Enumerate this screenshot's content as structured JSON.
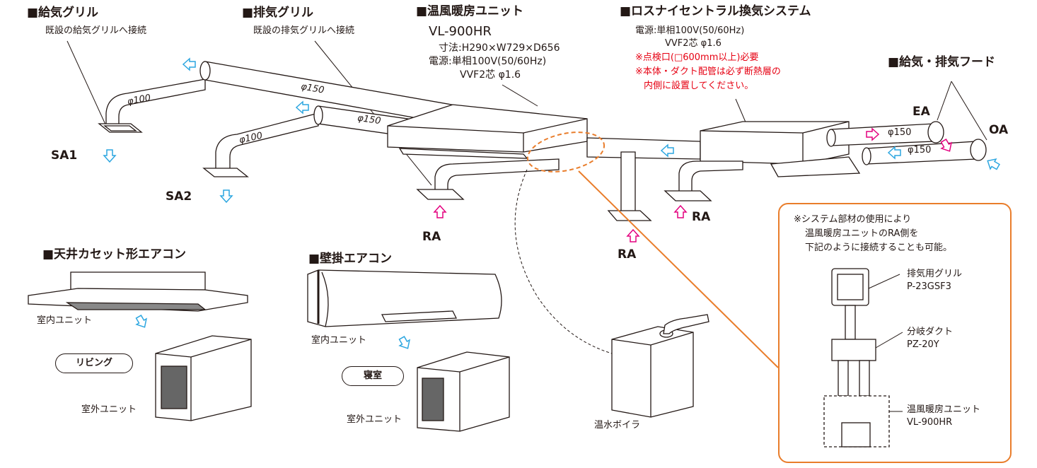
{
  "supply_grille": {
    "title": "■給気グリル",
    "note": "既設の給気グリルへ接続"
  },
  "exhaust_grille": {
    "title": "■排気グリル",
    "note": "既設の排気グリルへ接続"
  },
  "heater_unit": {
    "title": "■温風暖房ユニット",
    "model": "VL-900HR",
    "size": "寸法:H290×W729×D656",
    "power": "電源:単相100V(50/60Hz)",
    "cable": "VVF2芯 φ1.6"
  },
  "lossnay": {
    "title": "■ロスナイセントラル換気システム",
    "power": "電源:単相100V(50/60Hz)",
    "cable": "VVF2芯 φ1.6",
    "note1": "※点検口(□600mm以上)必要",
    "note2": "※本体・ダクト配管は必ず断熱層の",
    "note3": "内側に設置してください。"
  },
  "hood": {
    "title": "■給気・排気フード"
  },
  "labels": {
    "ea": "EA",
    "oa": "OA",
    "sa1": "SA1",
    "sa2": "SA2",
    "ra1": "RA",
    "ra2": "RA",
    "ra3": "RA",
    "d100a": "φ100",
    "d100b": "φ100",
    "d150a": "φ150",
    "d150b": "φ150",
    "d150c": "φ150",
    "d150d": "φ150"
  },
  "cassette": {
    "title": "■天井カセット形エアコン",
    "indoor": "室内ユニット",
    "outdoor": "室外ユニット",
    "room": "リビング"
  },
  "wall": {
    "title": "■壁掛エアコン",
    "indoor": "室内ユニット",
    "outdoor": "室外ユニット",
    "room": "寝室"
  },
  "boiler": {
    "label": "温水ボイラ"
  },
  "inset": {
    "note1": "※システム部材の使用により",
    "note2": "温風暖房ユニットのRA側を",
    "note3": "下記のように接続することも可能。",
    "grille_name": "排気用グリル",
    "grille_model": "P-23GSF3",
    "branch_name": "分岐ダクト",
    "branch_model": "PZ-20Y",
    "unit_name": "温風暖房ユニット",
    "unit_model": "VL-900HR"
  },
  "colors": {
    "accent": "#e97d2b",
    "warning": "#e60012",
    "supply_arrow": "#2ca6e0",
    "return_arrow": "#e4007f",
    "line": "#231815"
  }
}
